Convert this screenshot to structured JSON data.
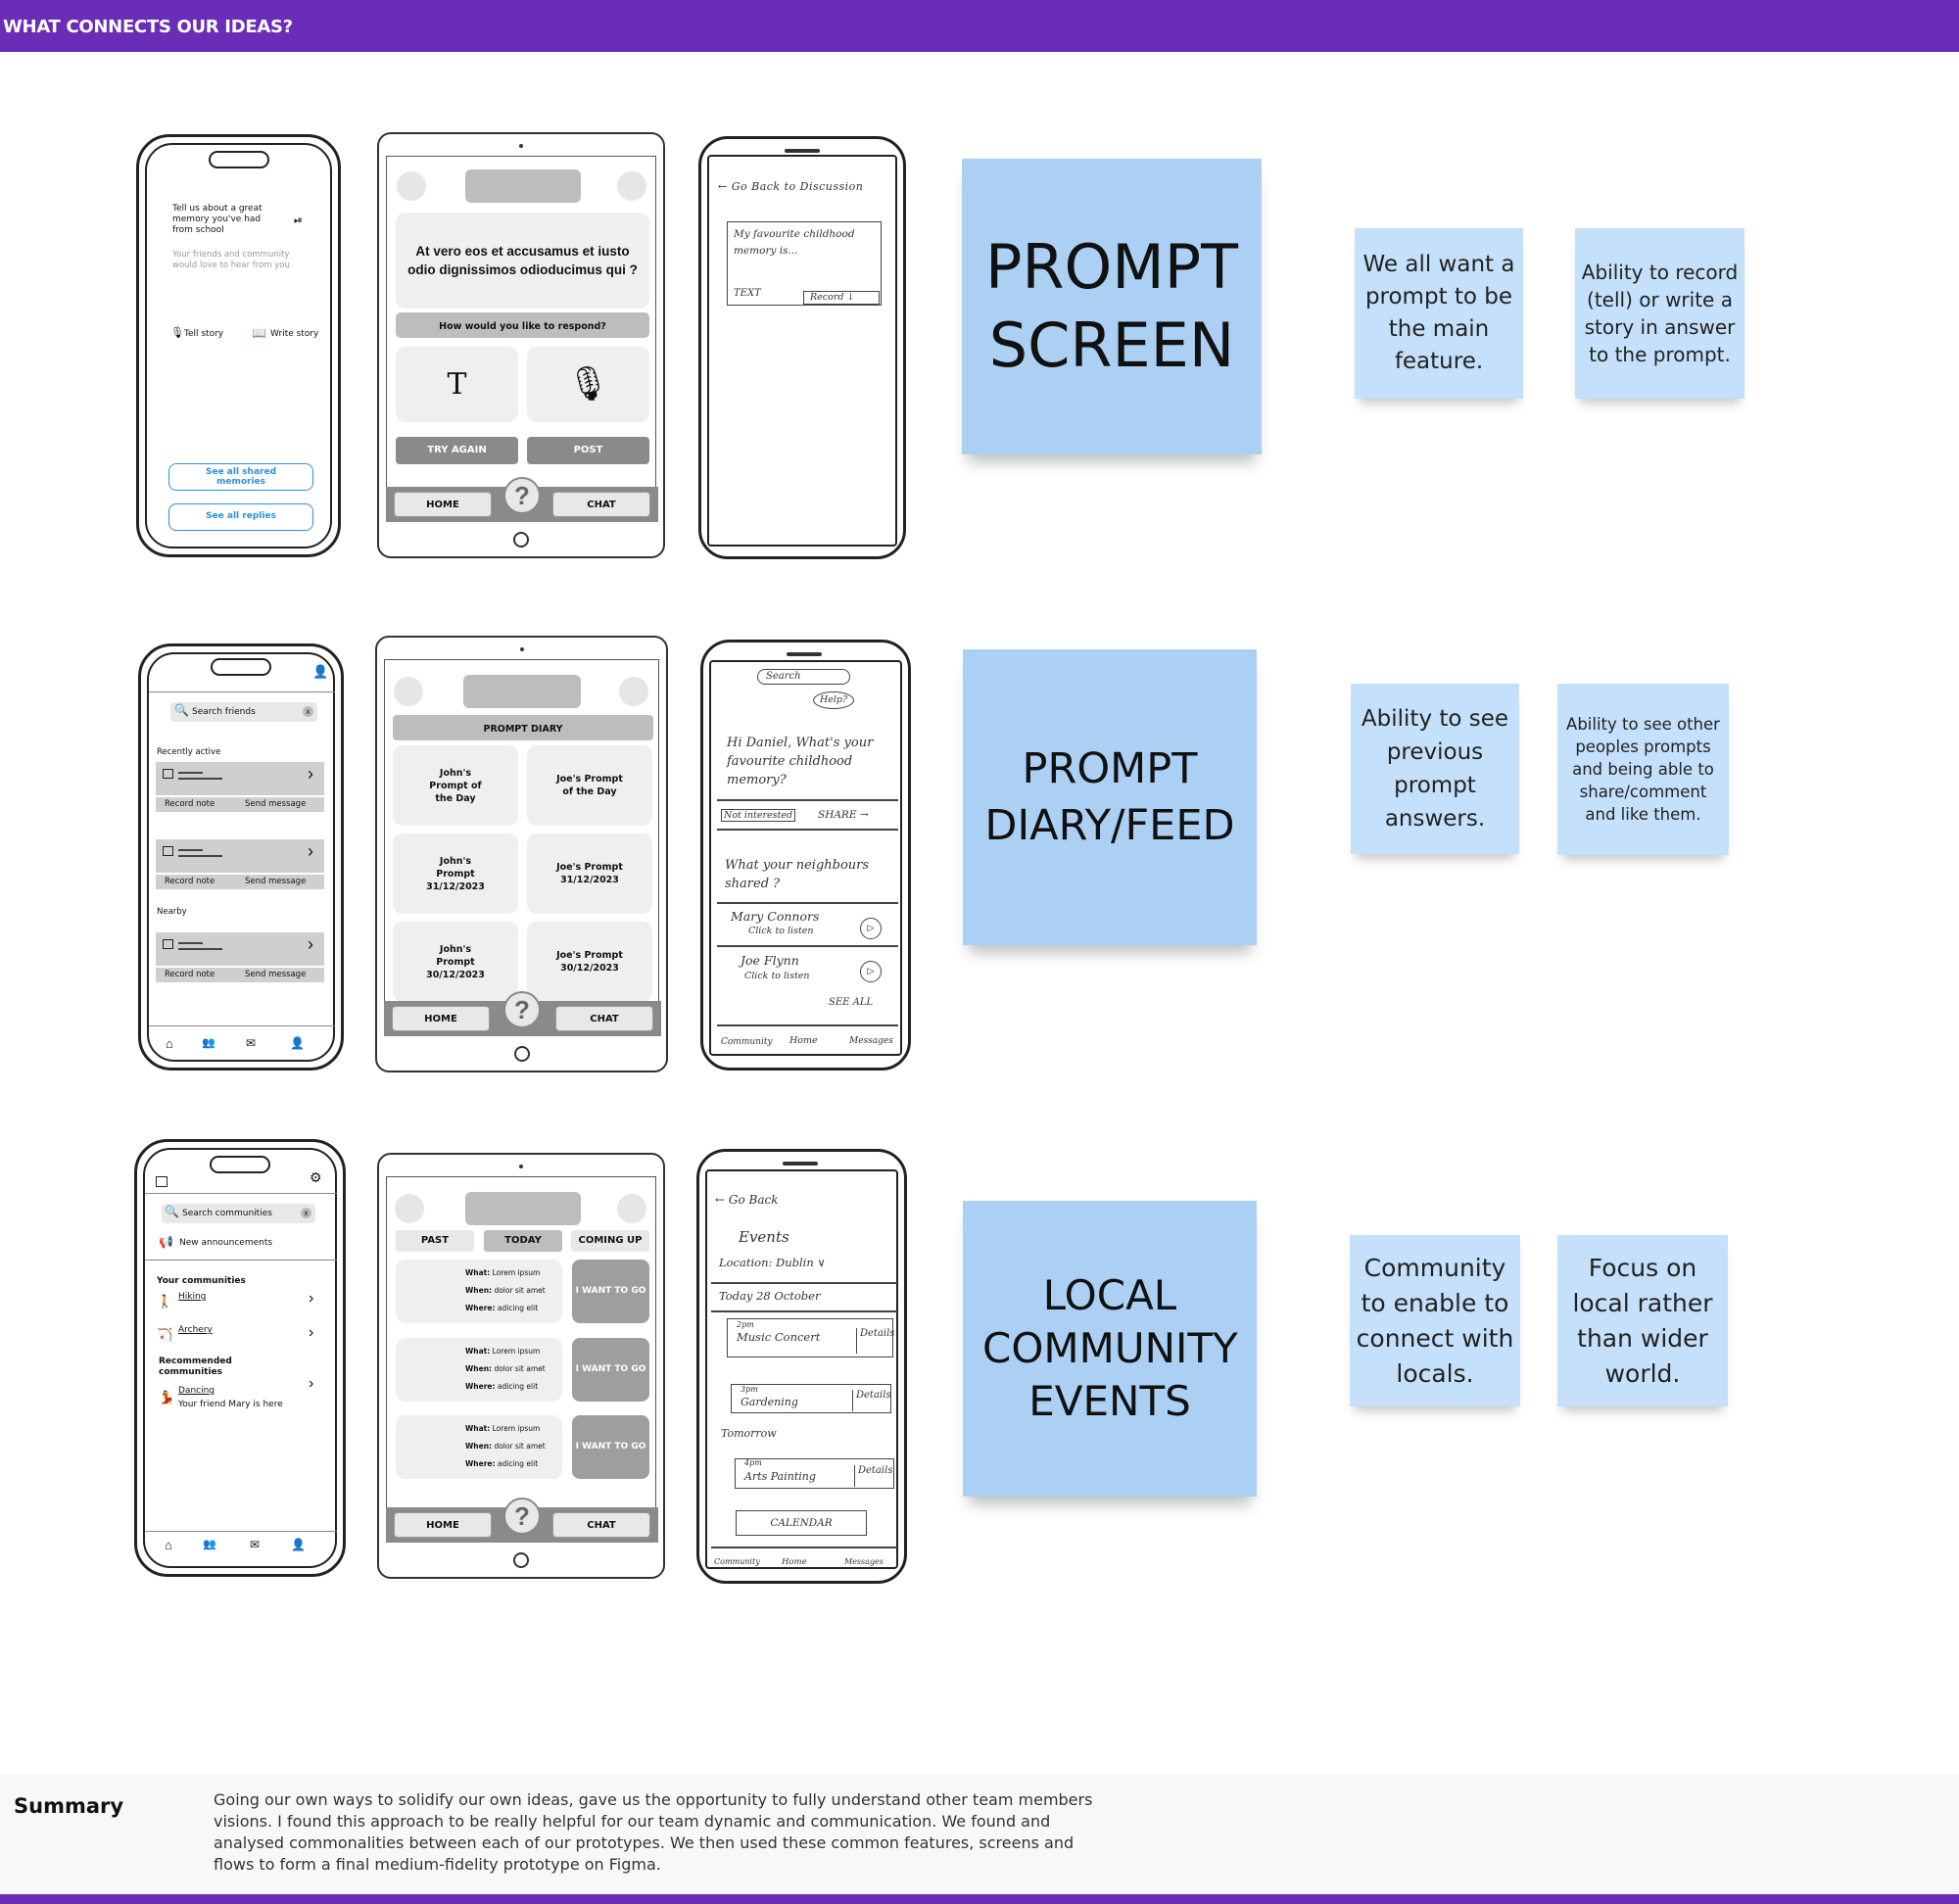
{
  "header": {
    "title": "WHAT CONNECTS OUR IDEAS?"
  },
  "rows": [
    {
      "sticky_title": "PROMPT SCREEN",
      "cards": [
        "We all want a prompt to be the main feature.",
        "Ability to record (tell) or write a story in answer to the prompt."
      ]
    },
    {
      "sticky_title": "PROMPT DIARY/FEED",
      "cards": [
        "Ability to see previous prompt answers.",
        "Ability to see other peoples prompts and being able to share/comment and like them."
      ]
    },
    {
      "sticky_title": "LOCAL COMMUNITY EVENTS",
      "cards": [
        "Community to enable to connect with locals.",
        "Focus on local rather than wider world."
      ]
    }
  ],
  "wire1": {
    "phoneA": {
      "prompt": "Tell us about a great memory you've had from school",
      "sub": "Your friends and community would love to hear from you",
      "tell": "Tell story",
      "write": "Write story",
      "see_shared": "See all shared memories",
      "see_replies": "See all replies"
    },
    "tablet": {
      "question": "At vero eos  et accusamus et iusto odio dignissimos odioducimus qui ?",
      "respond": "How would you like to respond?",
      "text_glyph": "T",
      "try_again": "TRY AGAIN",
      "post": "POST",
      "home": "HOME",
      "chat": "CHAT",
      "help": "?"
    },
    "sketch": {
      "back": "← Go Back to Discussion",
      "memory": "My favourite childhood memory is...",
      "text": "TEXT",
      "record": "Record ↓"
    }
  },
  "wire2": {
    "phoneA": {
      "search": "Search friends",
      "recent": "Recently active",
      "record_note": "Record note",
      "send_message": "Send message",
      "nearby": "Nearby"
    },
    "tablet": {
      "title": "PROMPT DIARY",
      "tiles": [
        "John's Prompt of the Day",
        "Joe's Prompt of the Day",
        "John's Prompt 31/12/2023",
        "Joe's Prompt 31/12/2023",
        "John's Prompt 30/12/2023",
        "Joe's Prompt 30/12/2023"
      ],
      "home": "HOME",
      "chat": "CHAT",
      "help": "?"
    },
    "sketch": {
      "search": "Search",
      "help": "Help?",
      "greeting": "Hi Daniel, What's your favourite childhood memory?",
      "not_interested": "Not interested",
      "share": "SHARE →",
      "neighbours": "What your neighbours shared ?",
      "person1": "Mary Connors",
      "person2": "Joe Flynn",
      "listen": "Click to listen",
      "see_all": "SEE ALL",
      "nav": [
        "Community",
        "Home",
        "Messages"
      ]
    }
  },
  "wire3": {
    "phoneA": {
      "search": "Search communities",
      "announce": "New announcements",
      "your": "Your communities",
      "hiking": "Hiking",
      "archery": "Archery",
      "recommended": "Recommended communities",
      "dancing": "Dancing",
      "friend": "Your friend Mary is here"
    },
    "tablet": {
      "tabs": [
        "PAST",
        "TODAY",
        "COMING UP"
      ],
      "what": "What:",
      "what_v": "Lorem ipsum",
      "when": "When:",
      "when_v": "dolor sit amet",
      "where": "Where:",
      "where_v": "adicing elit",
      "want": "I WANT TO GO",
      "home": "HOME",
      "chat": "CHAT",
      "help": "?"
    },
    "sketch": {
      "back": "← Go Back",
      "events": "Events",
      "location": "Location: Dublin ∨",
      "today": "Today  28 October",
      "e1time": "2pm",
      "e1": "Music Concert",
      "e2time": "3pm",
      "e2": "Gardening",
      "tomorrow": "Tomorrow",
      "e3time": "4pm",
      "e3": "Arts Painting",
      "details": "Details",
      "calendar": "CALENDAR",
      "nav": [
        "Community",
        "Home",
        "Messages"
      ]
    }
  },
  "summary": {
    "label": "Summary",
    "text": "Going our own ways to solidify our own ideas, gave us the opportunity to fully understand other team members visions. I found this approach to be really helpful for our team dynamic and communication. We found and analysed commonalities between each of our prototypes. We then used these common features, screens and flows to form a final medium-fidelity prototype on Figma."
  },
  "colors": {
    "header": "#6a2db8",
    "sticky": "#acd0f4",
    "card": "#c4e0fa"
  }
}
